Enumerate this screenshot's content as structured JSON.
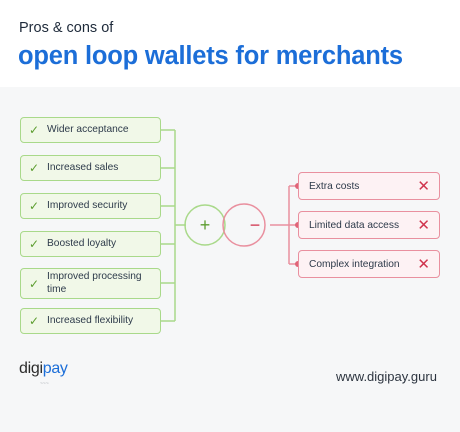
{
  "header": {
    "kicker": "Pros & cons of",
    "title": "open loop wallets for merchants"
  },
  "pros": {
    "icon": "check-icon",
    "color": "#5c9d2f",
    "items": [
      "Wider acceptance",
      "Increased sales",
      "Improved security",
      "Boosted loyalty",
      "Improved processing time",
      "Increased flexibility"
    ]
  },
  "cons": {
    "icon": "x-icon",
    "color": "#d0344e",
    "items": [
      "Extra costs",
      "Limited data access",
      "Complex integration"
    ]
  },
  "center": {
    "plus_symbol": "+",
    "minus_symbol": "−"
  },
  "footer": {
    "brand_prefix": "digi",
    "brand_suffix": "pay",
    "brand_tagline": "~~~",
    "website": "www.digipay.guru"
  }
}
